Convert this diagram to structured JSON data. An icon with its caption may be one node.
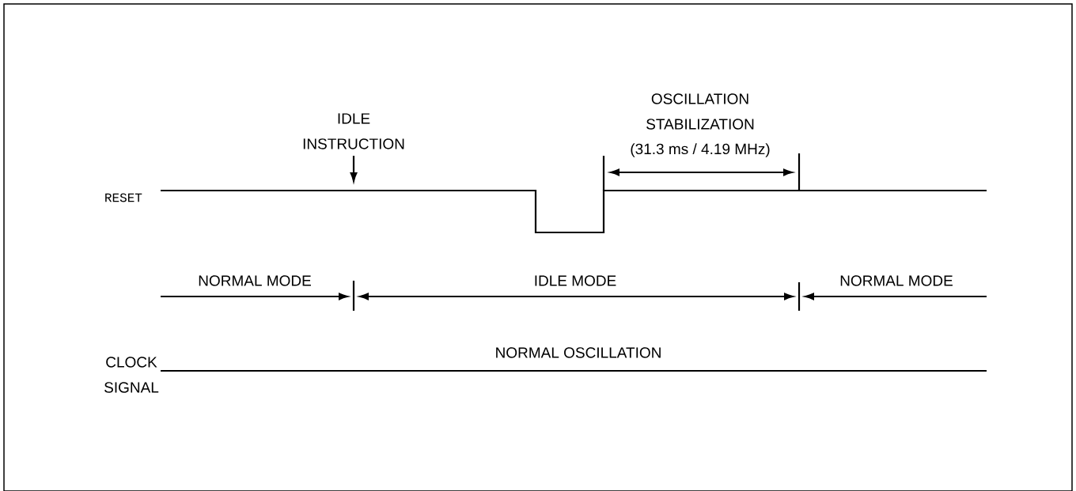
{
  "diagram": {
    "labels": [
      "IDLE INSTRUCTION",
      "OSCILLATION STABILIZATION",
      "(31.3 ms / 4.19 MHz)",
      "RESET",
      "NORMAL MODE",
      "IDLE MODE",
      "NORMAL MODE",
      "CLOCK SIGNAL",
      "NORMAL OSCILLATION"
    ]
  }
}
